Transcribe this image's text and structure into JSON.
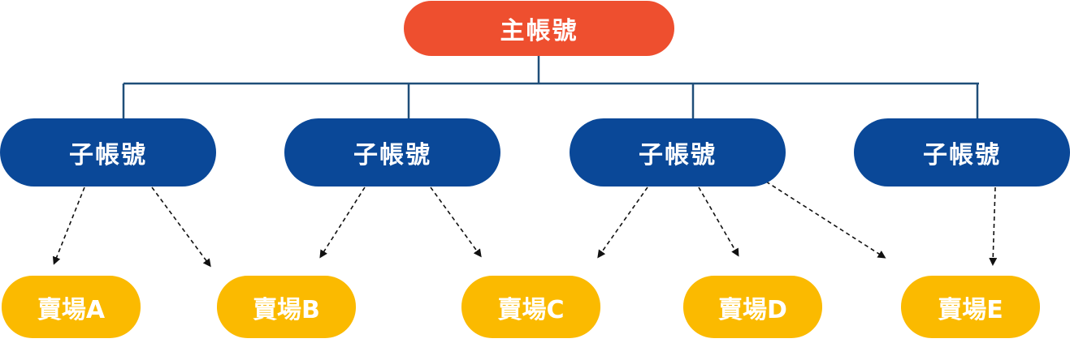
{
  "diagram": {
    "root": {
      "label": "主帳號",
      "color": "#ee4f2f"
    },
    "children": [
      {
        "label": "子帳號"
      },
      {
        "label": "子帳號"
      },
      {
        "label": "子帳號"
      },
      {
        "label": "子帳號"
      }
    ],
    "child_color": "#0a4898",
    "stores": [
      {
        "label": "賣場A"
      },
      {
        "label": "賣場B"
      },
      {
        "label": "賣場C"
      },
      {
        "label": "賣場D"
      },
      {
        "label": "賣場E"
      }
    ],
    "store_color": "#fbba00",
    "edges": {
      "solid": [
        {
          "from": "root",
          "to": "child-1"
        },
        {
          "from": "root",
          "to": "child-2"
        },
        {
          "from": "root",
          "to": "child-3"
        },
        {
          "from": "root",
          "to": "child-4"
        }
      ],
      "dashed_arrows": [
        {
          "from": "child-1",
          "to": "store-a"
        },
        {
          "from": "child-1",
          "to": "store-b"
        },
        {
          "from": "child-2",
          "to": "store-b"
        },
        {
          "from": "child-2",
          "to": "store-c"
        },
        {
          "from": "child-3",
          "to": "store-c"
        },
        {
          "from": "child-3",
          "to": "store-d"
        },
        {
          "from": "child-3",
          "to": "store-e"
        },
        {
          "from": "child-4",
          "to": "store-e"
        }
      ]
    },
    "line_color": "#1f4e79",
    "arrow_color": "#111111"
  }
}
